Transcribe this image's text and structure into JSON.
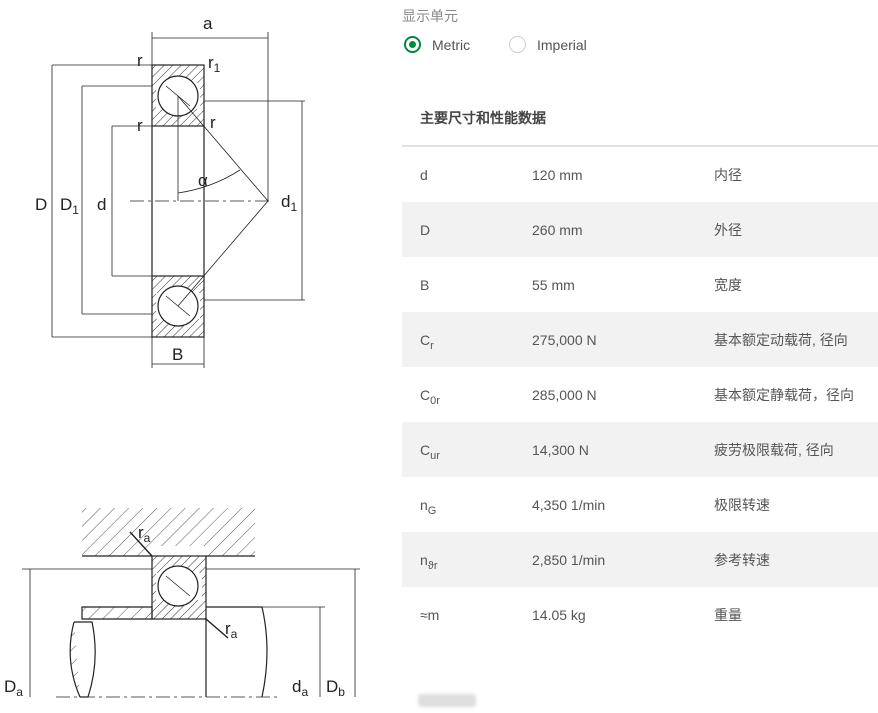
{
  "units": {
    "title": "显示单元",
    "options": [
      {
        "label": "Metric",
        "selected": true
      },
      {
        "label": "Imperial",
        "selected": false
      }
    ]
  },
  "section_title": "主要尺寸和性能数据",
  "rows": [
    {
      "symbol": "d",
      "sub": "",
      "value": "120 mm",
      "desc": "内径"
    },
    {
      "symbol": "D",
      "sub": "",
      "value": "260 mm",
      "desc": "外径"
    },
    {
      "symbol": "B",
      "sub": "",
      "value": "55 mm",
      "desc": "宽度"
    },
    {
      "symbol": "C",
      "sub": "r",
      "value": "275,000 N",
      "desc": "基本额定动载荷, 径向"
    },
    {
      "symbol": "C",
      "sub": "0r",
      "value": "285,000 N",
      "desc": "基本额定静载荷，径向"
    },
    {
      "symbol": "C",
      "sub": "ur",
      "value": "14,300 N",
      "desc": "疲劳极限载荷, 径向"
    },
    {
      "symbol": "n",
      "sub": "G",
      "value": "4,350 1/min",
      "desc": "极限转速"
    },
    {
      "symbol": "n",
      "sub": "ϑr",
      "value": "2,850 1/min",
      "desc": "参考转速"
    },
    {
      "symbol": "≈m",
      "sub": "",
      "value": "14.05 kg",
      "desc": "重量"
    }
  ],
  "drawing_bearing": {
    "labels": {
      "a": "a",
      "r": "r",
      "r1": "r",
      "r1_sub": "1",
      "D": "D",
      "D1": "D",
      "D1_sub": "1",
      "d": "d",
      "d1": "d",
      "d1_sub": "1",
      "alpha": "α",
      "B": "B"
    }
  },
  "drawing_mounting": {
    "labels": {
      "ra": "r",
      "ra_sub": "a",
      "Da": "D",
      "Da_sub": "a",
      "da": "d",
      "da_sub": "a",
      "Db": "D",
      "Db_sub": "b"
    }
  }
}
